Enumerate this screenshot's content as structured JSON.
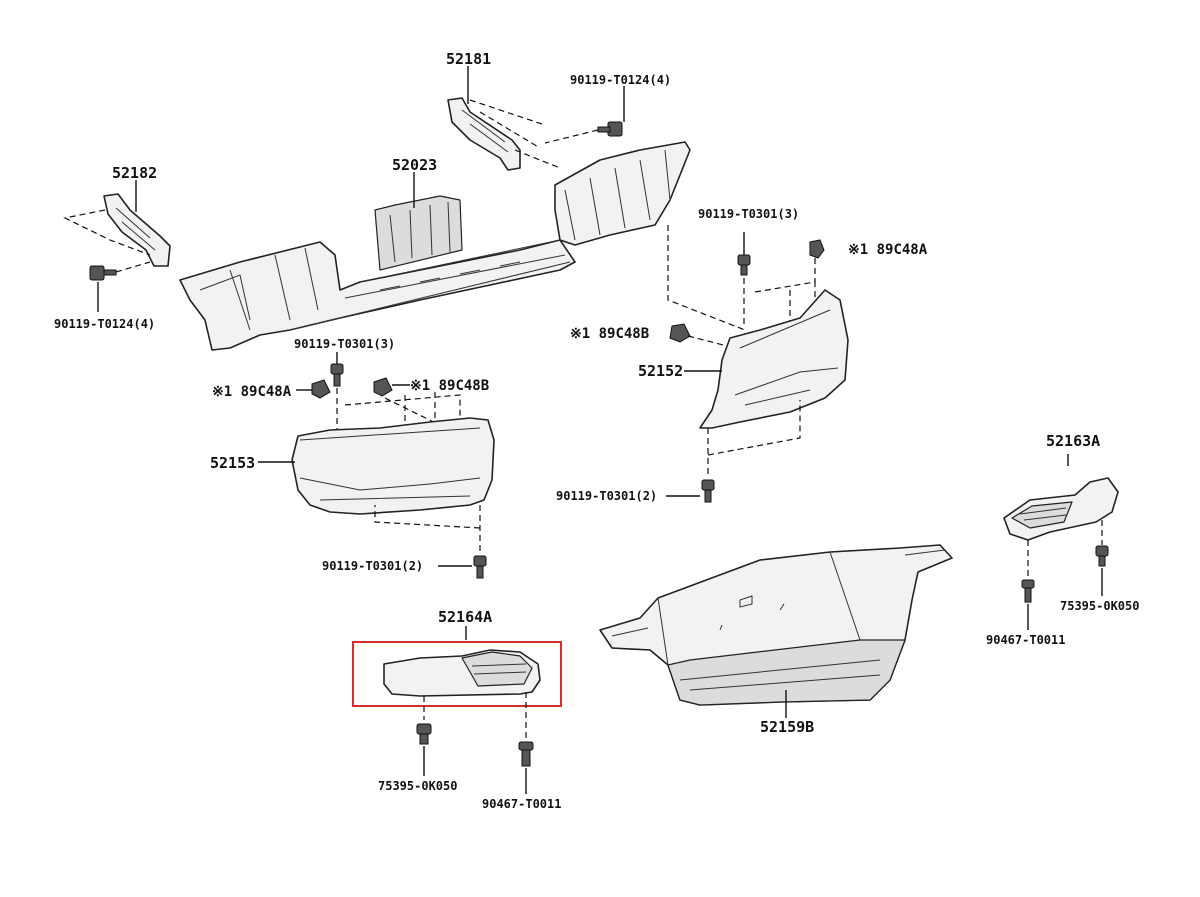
{
  "labels": {
    "p52181": "52181",
    "p52182": "52182",
    "p52023": "52023",
    "b_top_right": "90119-T0124(4)",
    "b_left": "90119-T0124(4)",
    "b_0301_3_right": "90119-T0301(3)",
    "b_0301_3_left": "90119-T0301(3)",
    "c89c48a_right": "※1 89C48A",
    "c89c48b_right": "※1 89C48B",
    "c89c48a_left": "※1 89C48A",
    "c89c48b_left": "※1 89C48B",
    "p52152": "52152",
    "p52153": "52153",
    "b_0301_2_right": "90119-T0301(2)",
    "b_0301_2_left": "90119-T0301(2)",
    "p52163a": "52163A",
    "c75395_right": "75395-0K050",
    "c90467_right": "90467-T0011",
    "p52159b": "52159B",
    "p52164a": "52164A",
    "c75395_left": "75395-0K050",
    "c90467_left": "90467-T0011"
  },
  "highlight": {
    "label": "52164A",
    "color": "#d32f2f"
  }
}
